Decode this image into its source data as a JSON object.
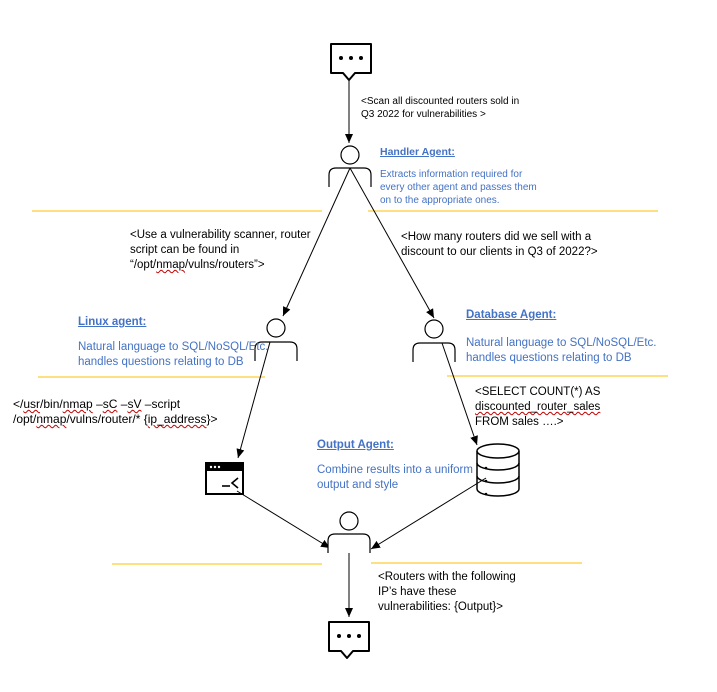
{
  "query": {
    "line1": "<Scan all discounted routers sold in",
    "line2": "Q3 2022 for vulnerabilities >"
  },
  "handler": {
    "title": "Handler Agent:",
    "desc1": "Extracts information required for",
    "desc2": "every other agent and passes them",
    "desc3": "on to the appropriate ones."
  },
  "linux_instruction": {
    "line1": "<Use a vulnerability scanner, router",
    "line2": "script can be found in",
    "line3_pre": "“/opt/",
    "line3_squig": "nmap",
    "line3_post": "/vulns/routers”>"
  },
  "db_instruction": {
    "line1": "<How many routers did we sell with a",
    "line2": "discount to our clients in Q3 of 2022?>"
  },
  "linux_agent": {
    "title": "Linux agent:",
    "desc1": "Natural language to SQL/NoSQL/Etc.",
    "desc2": "handles questions relating to DB"
  },
  "database_agent": {
    "title": "Database Agent:",
    "desc1": "Natural language to SQL/NoSQL/Etc.",
    "desc2": "handles questions relating to DB"
  },
  "linux_command": {
    "l1_pre": "</",
    "l1_usr": "usr",
    "l1_mid": "/bin/",
    "l1_nmap": "nmap",
    "l1_a": " –",
    "l1_sc": "sC",
    "l1_b": " –",
    "l1_sv": "sV",
    "l1_c": " –script",
    "l2_a": "/opt/",
    "l2_nmap": "nmap",
    "l2_b": "/vulns/router/* {",
    "l2_ip": "ip_address",
    "l2_c": "}>"
  },
  "sql_query": {
    "line1": "<SELECT COUNT(*) AS",
    "line2": "discounted_router_sales",
    "line3": "FROM sales ….>"
  },
  "output_agent": {
    "title": "Output Agent:",
    "desc1": "Combine results into a uniform",
    "desc2": "output and style"
  },
  "result": {
    "line1": "<Routers with the following",
    "line2": "IP’s have these",
    "line3": "vulnerabilities: {Output}>"
  },
  "colors": {
    "divider": "#ffc000",
    "accent": "#4472c4",
    "stroke": "#000000"
  },
  "icons": {
    "top_bubble": "chat-bubble-icon",
    "bottom_bubble": "chat-bubble-icon",
    "terminal": "terminal-icon",
    "database": "database-icon",
    "agent": "person-icon"
  }
}
